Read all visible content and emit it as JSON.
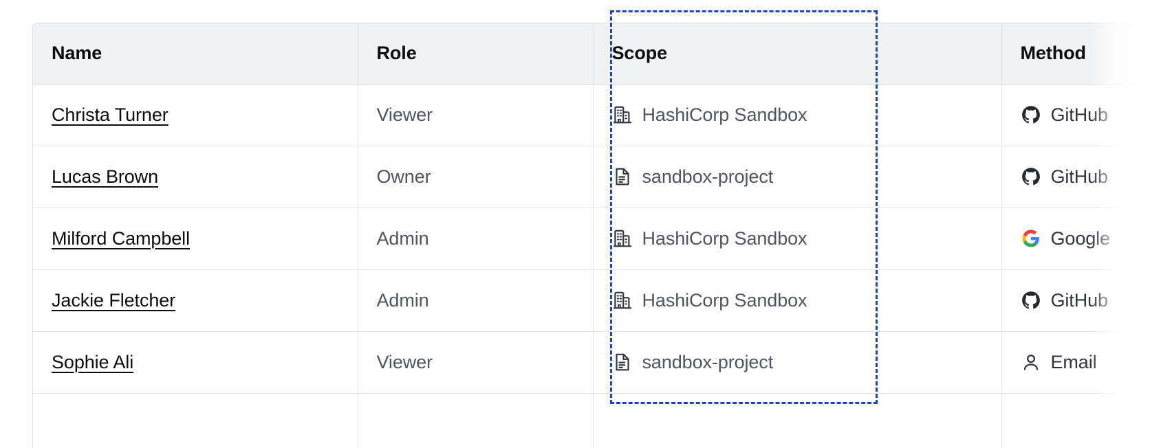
{
  "table": {
    "columns": [
      {
        "key": "name",
        "label": "Name"
      },
      {
        "key": "role",
        "label": "Role"
      },
      {
        "key": "scope",
        "label": "Scope"
      },
      {
        "key": "method",
        "label": "Method"
      }
    ],
    "rows": [
      {
        "name": "Christa Turner",
        "role": "Viewer",
        "scope": "HashiCorp Sandbox",
        "scope_icon": "organization-icon",
        "method": "GitHub",
        "method_icon": "github-icon"
      },
      {
        "name": "Lucas Brown",
        "role": "Owner",
        "scope": "sandbox-project",
        "scope_icon": "project-document-icon",
        "method": "GitHub",
        "method_icon": "github-icon"
      },
      {
        "name": "Milford Campbell",
        "role": "Admin",
        "scope": "HashiCorp Sandbox",
        "scope_icon": "organization-icon",
        "method": "Google",
        "method_icon": "google-icon"
      },
      {
        "name": "Jackie Fletcher",
        "role": "Admin",
        "scope": "HashiCorp Sandbox",
        "scope_icon": "organization-icon",
        "method": "GitHub",
        "method_icon": "github-icon"
      },
      {
        "name": "Sophie Ali",
        "role": "Viewer",
        "scope": "sandbox-project",
        "scope_icon": "project-document-icon",
        "method": "Email",
        "method_icon": "user-icon"
      }
    ]
  },
  "highlight": {
    "target_column": "Scope",
    "border_color": "#1b45c4",
    "style": "dashed"
  },
  "colors": {
    "header_background": "#f1f2f4",
    "row_background": "#ffffff",
    "border": "#e4e5e8",
    "text_primary": "#0b0c0e",
    "text_secondary": "#50545e",
    "link": "#0b0c0e",
    "google_blue": "#4285f4",
    "google_red": "#ea4335",
    "google_yellow": "#fbbc05",
    "google_green": "#34a853",
    "github_black": "#24292f"
  }
}
